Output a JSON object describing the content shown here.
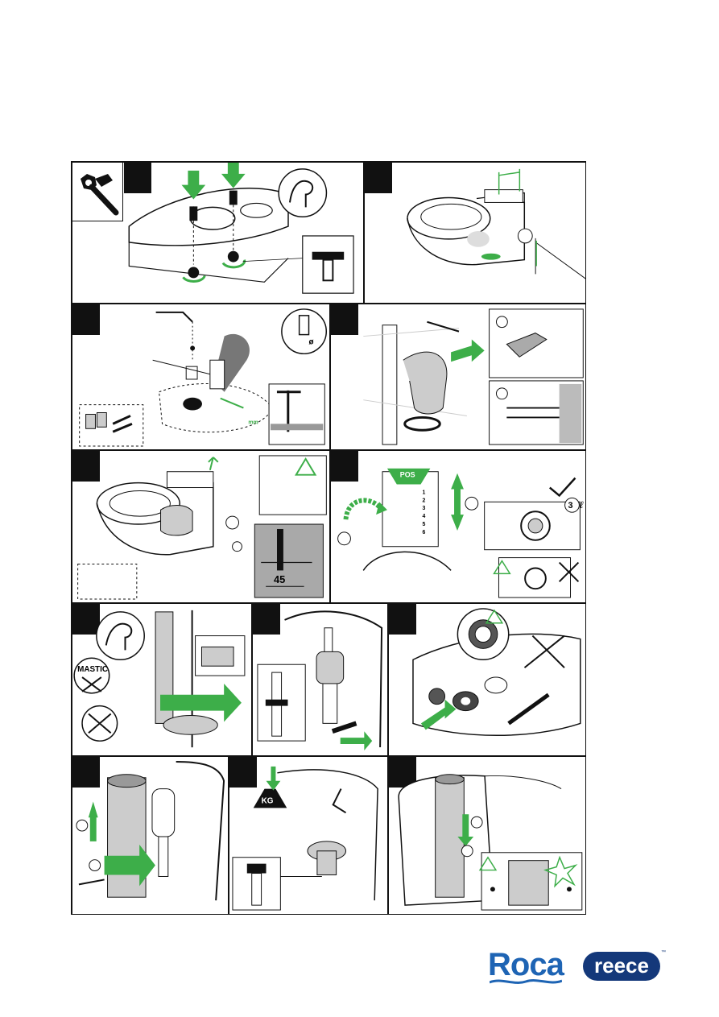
{
  "document": {
    "title": "Installation instructions",
    "steps": [
      {
        "id": "s1",
        "labels": []
      },
      {
        "id": "s2",
        "labels": []
      },
      {
        "id": "s3",
        "labels": []
      },
      {
        "id": "s4",
        "labels": []
      },
      {
        "id": "s5",
        "labels": [
          "45"
        ]
      },
      {
        "id": "s6",
        "labels": [
          "POS",
          "1",
          "2",
          "3",
          "4",
          "5",
          "6",
          "3",
          "ℓ"
        ]
      },
      {
        "id": "s7",
        "labels": [
          "MASTIC"
        ]
      },
      {
        "id": "s8",
        "labels": []
      },
      {
        "id": "s9",
        "labels": []
      },
      {
        "id": "s10",
        "labels": []
      },
      {
        "id": "s11",
        "labels": [
          "KG"
        ]
      },
      {
        "id": "s12",
        "labels": []
      }
    ],
    "text": {
      "pos": "POS",
      "scale": [
        "1",
        "2",
        "3",
        "4",
        "5",
        "6"
      ],
      "litres_num": "3",
      "litres_unit": "ℓ",
      "mm45": "45",
      "mastic": "MASTIC",
      "kg": "KG",
      "diam": "ø",
      "mm_short": "mm"
    }
  },
  "brands": {
    "roca": "Roca",
    "reece": "reece",
    "reece_tm": "™",
    "roca_color": "#1e64b4",
    "reece_color": "#14387a"
  },
  "colors": {
    "accent_green": "#3dae49",
    "warning": "#3dae49",
    "ink": "#111111",
    "panel_gray": "#a9a9a9"
  }
}
